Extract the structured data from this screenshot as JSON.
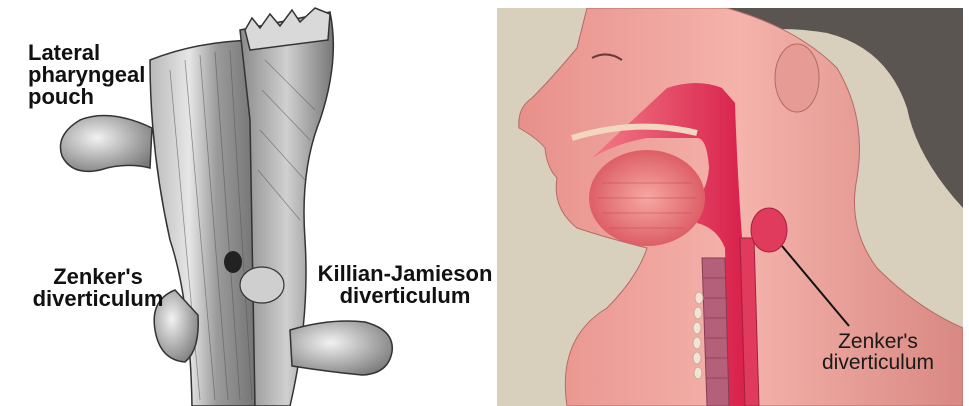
{
  "left_figure": {
    "labels": {
      "lateral_line1": "Lateral",
      "lateral_line2": "pharyngeal",
      "lateral_line3": "pouch",
      "zenker_line1": "Zenker's",
      "zenker_line2": "diverticulum",
      "killian_line1": "Killian-Jamieson",
      "killian_line2": "diverticulum"
    }
  },
  "right_figure": {
    "labels": {
      "zenker_line1": "Zenker's",
      "zenker_line2": "diverticulum"
    }
  },
  "colors": {
    "skin": "#f0a7a2",
    "tissue_red": "#e8395a",
    "background_beige": "#d8d0bd",
    "hair": "#5a5550"
  }
}
